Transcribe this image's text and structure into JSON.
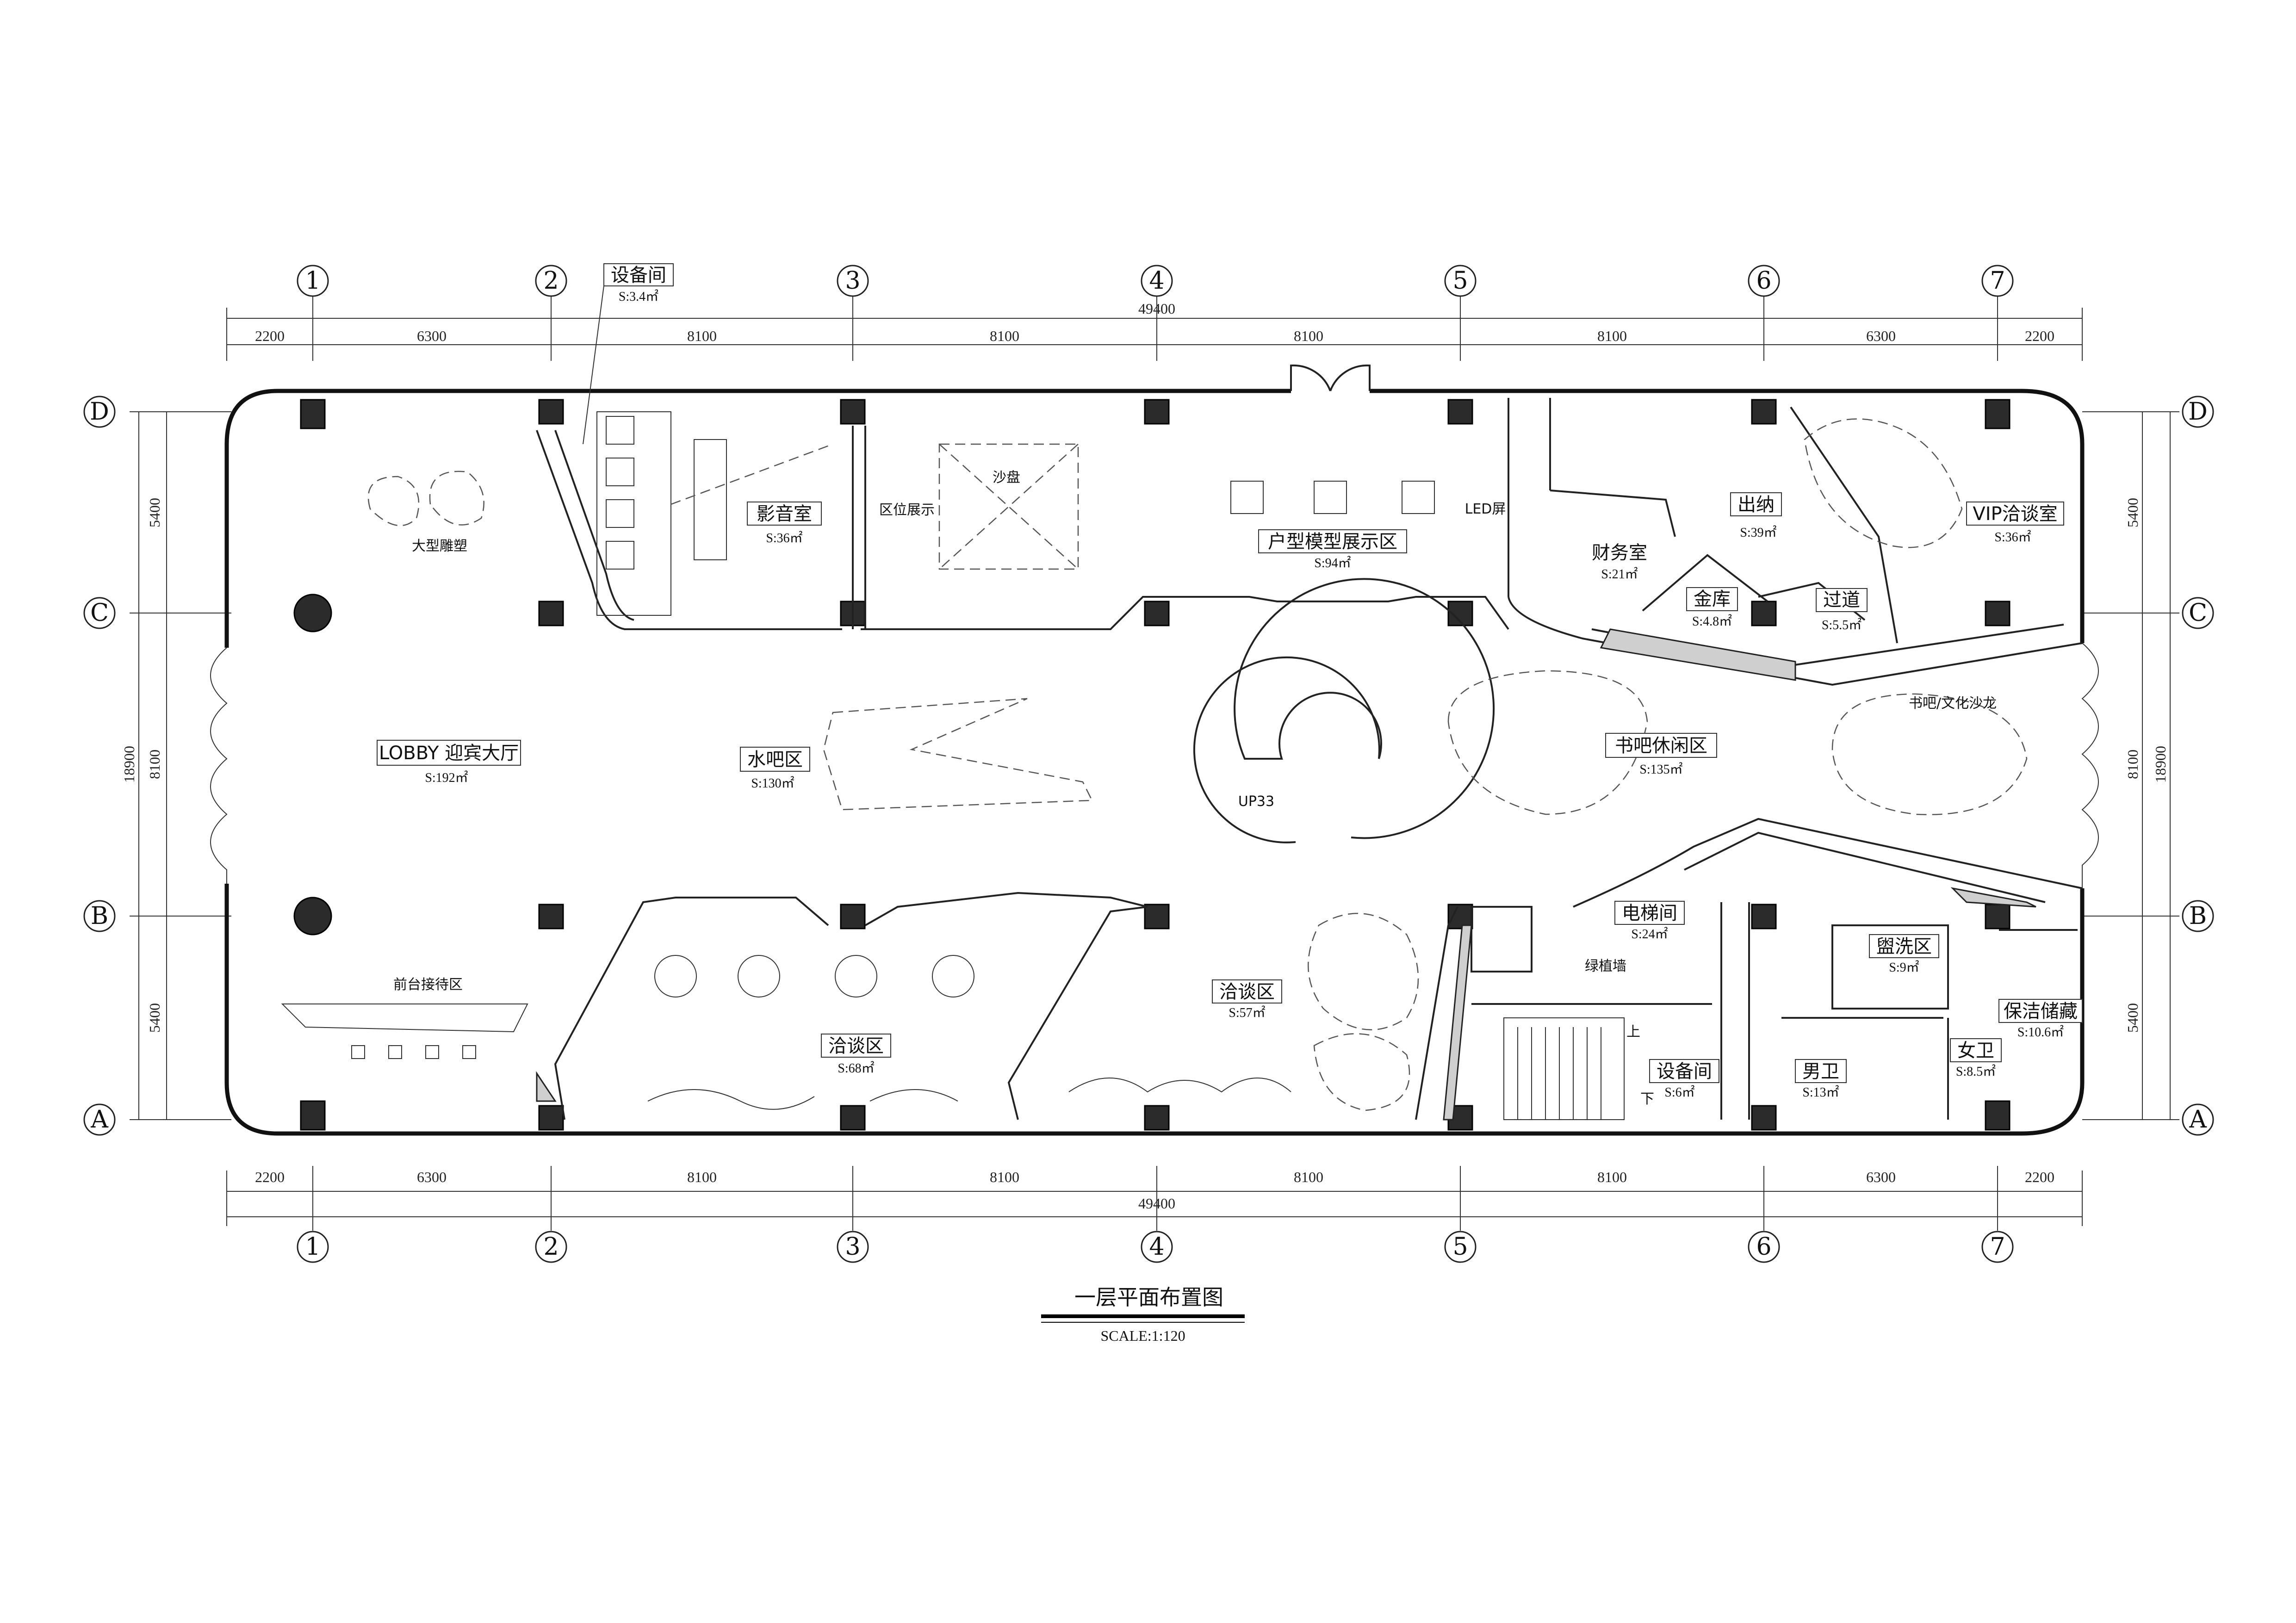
{
  "grid": {
    "columns": [
      "1",
      "2",
      "3",
      "4",
      "5",
      "6",
      "7"
    ],
    "rows": [
      "D",
      "C",
      "B",
      "A"
    ]
  },
  "dimensions": {
    "total_width": "49400",
    "spans": [
      "2200",
      "6300",
      "8100",
      "8100",
      "8100",
      "8100",
      "6300",
      "2200"
    ],
    "total_height": "18900",
    "vertical_spans": [
      "5400",
      "8100",
      "5400"
    ]
  },
  "rooms": {
    "equipment_top": {
      "name": "设备间",
      "area": "S:3.4㎡"
    },
    "sculpture": {
      "name": "大型雕塑"
    },
    "av_room": {
      "name": "影音室",
      "area": "S:36㎡"
    },
    "location_display": {
      "name": "区位展示"
    },
    "sand_table": {
      "name": "沙盘"
    },
    "model_display": {
      "name": "户型模型展示区",
      "area": "S:94㎡"
    },
    "led_screen": {
      "name": "LED屏"
    },
    "finance": {
      "name": "财务室",
      "area": "S:21㎡"
    },
    "cashier": {
      "name": "出纳",
      "area": "S:39㎡"
    },
    "vault": {
      "name": "金库",
      "area": "S:4.8㎡"
    },
    "corridor": {
      "name": "过道",
      "area": "S:5.5㎡"
    },
    "vip": {
      "name": "VIP洽谈室",
      "area": "S:36㎡"
    },
    "lobby": {
      "name": "LOBBY 迎宾大厅",
      "area": "S:192㎡"
    },
    "water_bar": {
      "name": "水吧区",
      "area": "S:130㎡"
    },
    "stair": {
      "name": "UP33"
    },
    "book_bar": {
      "name": "书吧休闲区",
      "area": "S:135㎡"
    },
    "book_salon": {
      "name": "书吧/文化沙龙"
    },
    "reception": {
      "name": "前台接待区"
    },
    "negotiation_1": {
      "name": "洽谈区",
      "area": "S:68㎡"
    },
    "negotiation_2": {
      "name": "洽谈区",
      "area": "S:57㎡"
    },
    "elevator": {
      "name": "电梯间",
      "area": "S:24㎡"
    },
    "green_wall": {
      "name": "绿植墙"
    },
    "up_label": {
      "name": "上"
    },
    "down_label": {
      "name": "下"
    },
    "equipment_bottom": {
      "name": "设备间",
      "area": "S:6㎡"
    },
    "washroom": {
      "name": "盥洗区",
      "area": "S:9㎡"
    },
    "mens": {
      "name": "男卫",
      "area": "S:13㎡"
    },
    "womens": {
      "name": "女卫",
      "area": "S:8.5㎡"
    },
    "storage": {
      "name": "保洁储藏",
      "area": "S:10.6㎡"
    }
  },
  "drawing": {
    "title": "一层平面布置图",
    "scale": "SCALE:1:120"
  }
}
